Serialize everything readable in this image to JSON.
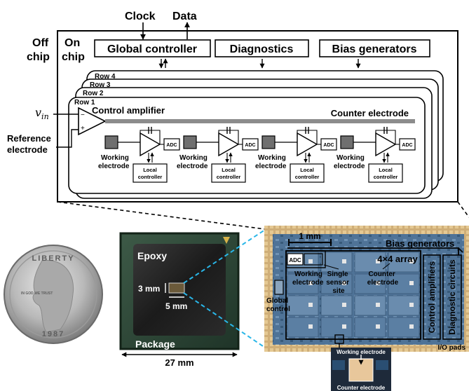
{
  "schematic": {
    "clock": "Clock",
    "data": "Data",
    "off_chip": [
      "Off",
      "chip"
    ],
    "on_chip": [
      "On",
      "chip"
    ],
    "global_controller": "Global controller",
    "diagnostics": "Diagnostics",
    "bias_generators": "Bias generators",
    "rows": [
      "Row 4",
      "Row 3",
      "Row 2",
      "Row 1"
    ],
    "vin": "v",
    "vin_sub": "in",
    "control_amplifier": "Control amplifier",
    "counter_electrode": "Counter electrode",
    "reference_electrode": [
      "Reference",
      "electrode"
    ],
    "working_electrode": [
      "Working",
      "electrode"
    ],
    "adc": "ADC",
    "local_controller": [
      "Local",
      "controller"
    ],
    "opamp_minus": "−",
    "opamp_plus": "+"
  },
  "photos": {
    "coin": {
      "liberty": "LIBERTY",
      "year": "1987",
      "motto": "IN GOD WE TRUST"
    },
    "package": {
      "epoxy": "Epoxy",
      "dim_height": "3 mm",
      "dim_width": "5 mm",
      "package_label": "Package",
      "dim_package": "27 mm"
    },
    "die": {
      "scale": "1 mm",
      "bias_generators": "Bias generators",
      "adc": "ADC",
      "array": "4×4 array",
      "working_electrode": [
        "Working",
        "electrode"
      ],
      "single_sensor_site": [
        "Single",
        "sensor",
        "site"
      ],
      "counter_electrode": [
        "Counter",
        "electrode"
      ],
      "global_control": [
        "Global",
        "control"
      ],
      "control_amplifiers": "Control amplifiers",
      "diagnostic_circuits": "Diagnostic circuits",
      "io_pads": "I/O pads",
      "inset_top": "Working electrode",
      "inset_bottom": "Counter electrode"
    }
  },
  "colors": {
    "line": "#000000",
    "gray_block": "#6f6f6f",
    "counter_bar": "#8c8c8c",
    "callout_cyan": "#29b6e8",
    "die_gold": "#c8a46a",
    "die_core": "#4a6d8e",
    "package_green": "#2f4a3a"
  }
}
